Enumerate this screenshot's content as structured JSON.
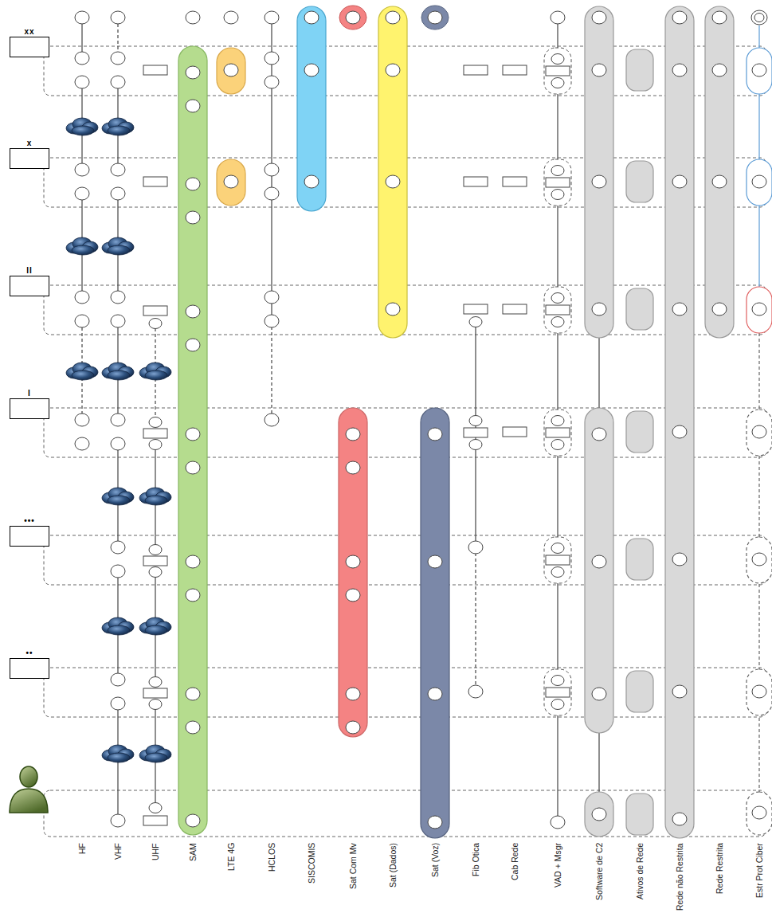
{
  "diagram": {
    "nodes": [
      {
        "text": [
          "xx"
        ]
      },
      {
        "text": [
          "x"
        ]
      },
      {
        "text": [
          "II"
        ]
      },
      {
        "text": [
          "I"
        ]
      },
      {
        "text": [
          "•••"
        ]
      },
      {
        "text": [
          "••"
        ]
      }
    ],
    "labels": [
      "HF",
      "VHF",
      "UHF",
      "SAM",
      "LTE 4G",
      "HCLOS",
      "SISCOMIS",
      "Sat Com Mv",
      "Sat (Dados)",
      "Sat (Voz)",
      "Fib Otica",
      "Cab Rede",
      "VAD + Msgr",
      "Software de C2",
      "Ativos de Rede",
      "Rede não Restrita",
      "Rede Restrita",
      "Estr Prot Ciber"
    ]
  }
}
